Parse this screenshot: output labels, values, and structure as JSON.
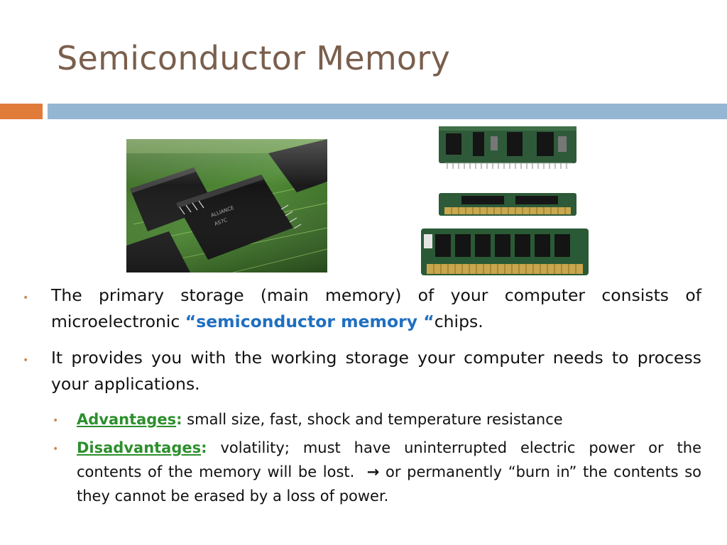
{
  "slide": {
    "title": "Semiconductor Memory"
  },
  "colors": {
    "title": "#7a5f4d",
    "accent_orange": "#e07b3a",
    "accent_blue": "#95b6d3",
    "keyword_blue": "#1f6fc1",
    "keyword_green": "#2d8f2d",
    "bullet_dot": "#c98a55"
  },
  "bullets": {
    "b1": {
      "text_before": "The primary storage (main memory) of your computer consists of microelectronic ",
      "keyword": "“semiconductor memory “",
      "text_after": "chips."
    },
    "b2": {
      "text": "It provides you with the working storage your computer needs to process your applications."
    },
    "adv": {
      "label": "Advantages",
      "colon": ":",
      "text": " small size, fast, shock and temperature resistance"
    },
    "dis": {
      "label": "Disadvantages",
      "colon": ":",
      "text_before": " volatility; must have uninterrupted electric power or the contents of the memory will be lost.  ",
      "arrow": "→",
      "text_after": " or permanently “burn in” the contents so they cannot be erased by a loss of power."
    },
    "dot_glyph": "•"
  },
  "images": {
    "chip_photo": "circuit-board-chip-photo",
    "module_top": "simm-memory-module-30pin",
    "module_mid": "simm-memory-module-slim",
    "module_bot": "simm-memory-module-72pin"
  }
}
